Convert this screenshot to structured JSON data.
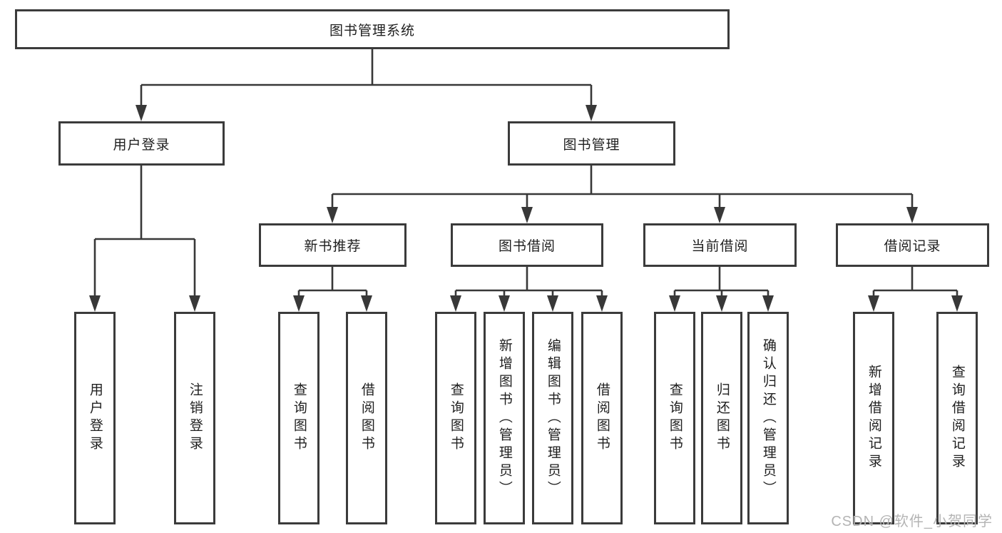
{
  "diagram": {
    "root": {
      "label": "图书管理系统"
    },
    "level2": {
      "user_login": {
        "label": "用户登录"
      },
      "book_management": {
        "label": "图书管理"
      }
    },
    "level3": {
      "new_book_recommend": {
        "label": "新书推荐"
      },
      "book_borrow": {
        "label": "图书借阅"
      },
      "current_borrow": {
        "label": "当前借阅"
      },
      "borrow_records": {
        "label": "借阅记录"
      }
    },
    "leaves": {
      "user_login": [
        "用户登录",
        "注销登录"
      ],
      "new_book_recommend": [
        "查询图书",
        "借阅图书"
      ],
      "book_borrow": [
        "查询图书",
        "新增图书（管理员）",
        "编辑图书（管理员）",
        "借阅图书"
      ],
      "current_borrow": [
        "查询图书",
        "归还图书",
        "确认归还（管理员）"
      ],
      "borrow_records": [
        "新增借阅记录",
        "查询借阅记录"
      ]
    },
    "colors": {
      "line": "#383838",
      "border": "#3b3b3b",
      "text": "#1f1f1f",
      "watermark_text": "#b4b4b4"
    }
  },
  "watermark": "CSDN @软件_小贺同学"
}
